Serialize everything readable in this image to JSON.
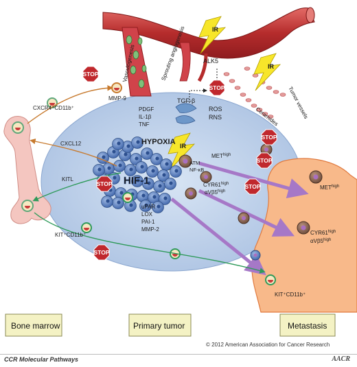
{
  "labels": {
    "ir_top": "IR",
    "ir_right": "IR",
    "ir_center": "IR",
    "alk5": "ALK5",
    "vasculogenesis": "Vasculogenesis",
    "sprouting": "Sprouting angiogenesis",
    "tumor_vessels": "Tumor vessels",
    "ceramides": "Ceramides",
    "tgfb": "TGF-β",
    "ros": "ROS",
    "rns": "RNS",
    "pdgf": "PDGF",
    "il1b": "IL-1β",
    "tnf": "TNF",
    "hypoxia": "HYPOXIA",
    "hif1": "HIF-1",
    "mmp9": "MMP-9",
    "cxcr4": "CXCR4⁺CD11b⁺",
    "cxcl12": "CXCL12",
    "kitl": "KITL",
    "kit_cd11b_left": "KIT⁺CD11b⁺",
    "kit_cd11b_right": "KIT⁺CD11b⁺",
    "upar": "uPAR",
    "lox": "LOX",
    "pai1": "PAI-1",
    "mmp2": "MMP-2",
    "atm": "ATM",
    "nfkb": "NF-κB",
    "met_center": "MET",
    "met_center_sup": "high",
    "cyr61_center": "CYR61",
    "cyr61_center_sup": "high",
    "avb5_center": "αVβ5",
    "avb5_center_sup": "high",
    "met_meta": "MET",
    "met_meta_sup": "high",
    "cyr61_meta": "CYR61",
    "cyr61_meta_sup": "high",
    "avb5_meta": "αVβ5",
    "avb5_meta_sup": "high",
    "stop": "STOP"
  },
  "boxes": {
    "bone_marrow": "Bone marrow",
    "primary_tumor": "Primary tumor",
    "metastasis": "Metastasis"
  },
  "footer": {
    "copyright": "© 2012 American Association for Cancer Research",
    "journal": "CCR Molecular Pathways",
    "logo": "AACR"
  },
  "colors": {
    "vessel": "#c83b3b",
    "tumor_ellipse": "#c9d9ef",
    "metastasis_fill": "#f8b98a",
    "bone": "#f4c6c0",
    "stop": "#c0282d",
    "lightning": "#f7e62a",
    "tumor_cell": "#5d84c4",
    "mutant_cell": "#8c6a59",
    "box_fill": "#f4f2c4",
    "arrow_purple": "#a678c7",
    "arrow_orange": "#c77a2e",
    "arrow_green": "#2f9a5a"
  }
}
